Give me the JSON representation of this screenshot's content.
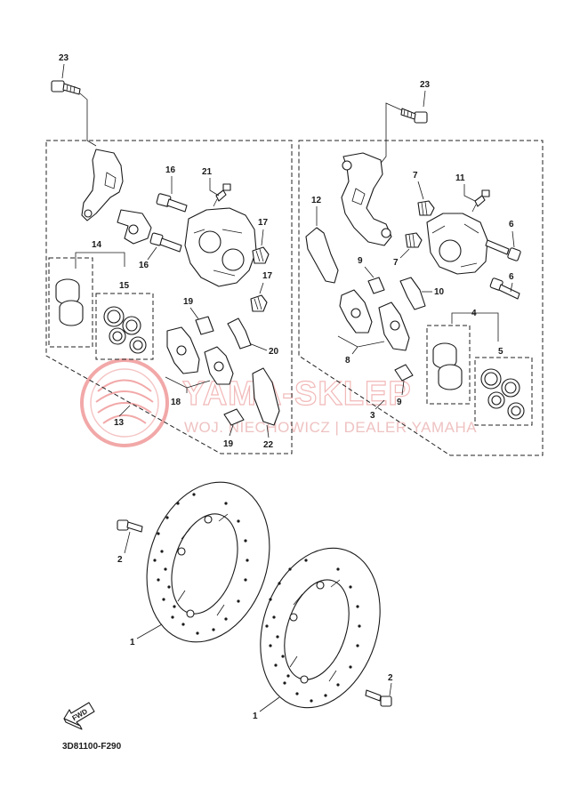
{
  "diagram": {
    "part_code": "3D81100-F290",
    "fwd_label": "FWD",
    "watermark": {
      "title": "YAMA-SKLEP",
      "subtitle": "WOJ. NIECHOWICZ | DEALER YAMAHA"
    },
    "callouts": {
      "c23_left": "23",
      "c23_right": "23",
      "c16_top": "16",
      "c16_bottom": "16",
      "c21": "21",
      "c17_top": "17",
      "c17_bottom": "17",
      "c14": "14",
      "c15": "15",
      "c19_top": "19",
      "c19_bottom": "19",
      "c20": "20",
      "c18": "18",
      "c22": "22",
      "c13": "13",
      "c12": "12",
      "c7_top": "7",
      "c7_bottom": "7",
      "c11": "11",
      "c6_top": "6",
      "c6_bottom": "6",
      "c9_top": "9",
      "c9_bottom": "9",
      "c10": "10",
      "c8": "8",
      "c4": "4",
      "c5": "5",
      "c3": "3",
      "c2_left": "2",
      "c2_right": "2",
      "c1_left": "1",
      "c1_right": "1"
    }
  }
}
